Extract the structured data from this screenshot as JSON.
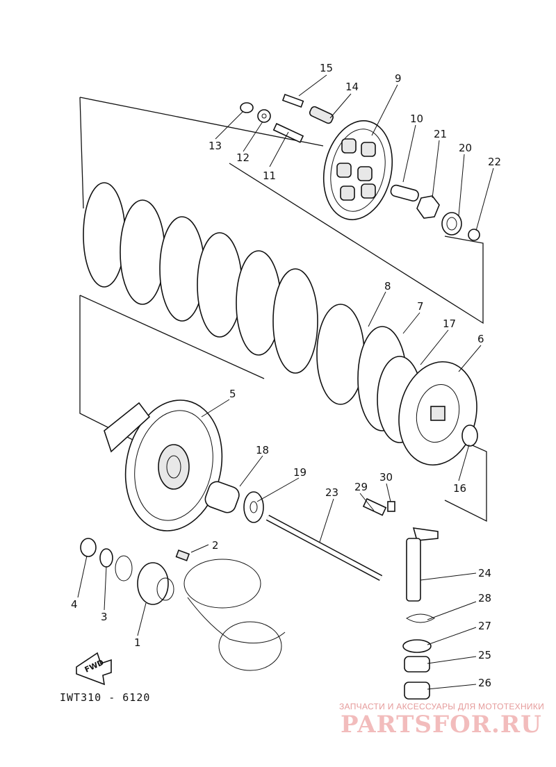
{
  "diagram": {
    "callouts": [
      {
        "id": "1",
        "text": "1"
      },
      {
        "id": "2",
        "text": "2"
      },
      {
        "id": "3",
        "text": "3"
      },
      {
        "id": "4",
        "text": "4"
      },
      {
        "id": "5",
        "text": "5"
      },
      {
        "id": "6",
        "text": "6"
      },
      {
        "id": "7",
        "text": "7"
      },
      {
        "id": "8",
        "text": "8"
      },
      {
        "id": "9",
        "text": "9"
      },
      {
        "id": "10",
        "text": "10"
      },
      {
        "id": "11",
        "text": "11"
      },
      {
        "id": "12",
        "text": "12"
      },
      {
        "id": "13",
        "text": "13"
      },
      {
        "id": "14",
        "text": "14"
      },
      {
        "id": "15",
        "text": "15"
      },
      {
        "id": "16",
        "text": "16"
      },
      {
        "id": "17",
        "text": "17"
      },
      {
        "id": "18",
        "text": "18"
      },
      {
        "id": "19",
        "text": "19"
      },
      {
        "id": "20",
        "text": "20"
      },
      {
        "id": "21",
        "text": "21"
      },
      {
        "id": "22",
        "text": "22"
      },
      {
        "id": "23",
        "text": "23"
      },
      {
        "id": "24",
        "text": "24"
      },
      {
        "id": "25",
        "text": "25"
      },
      {
        "id": "26",
        "text": "26"
      },
      {
        "id": "27",
        "text": "27"
      },
      {
        "id": "28",
        "text": "28"
      },
      {
        "id": "29",
        "text": "29"
      },
      {
        "id": "30",
        "text": "30"
      }
    ],
    "direction_arrow": "FWD",
    "drawing_code": "IWT310 - 6120"
  },
  "watermark": {
    "tagline": "ЗАПЧАСТИ И АКСЕССУАРЫ ДЛЯ МОТОТЕХНИКИ",
    "logo": "PARTSFOR.RU",
    "color": "#f2bcbc"
  }
}
